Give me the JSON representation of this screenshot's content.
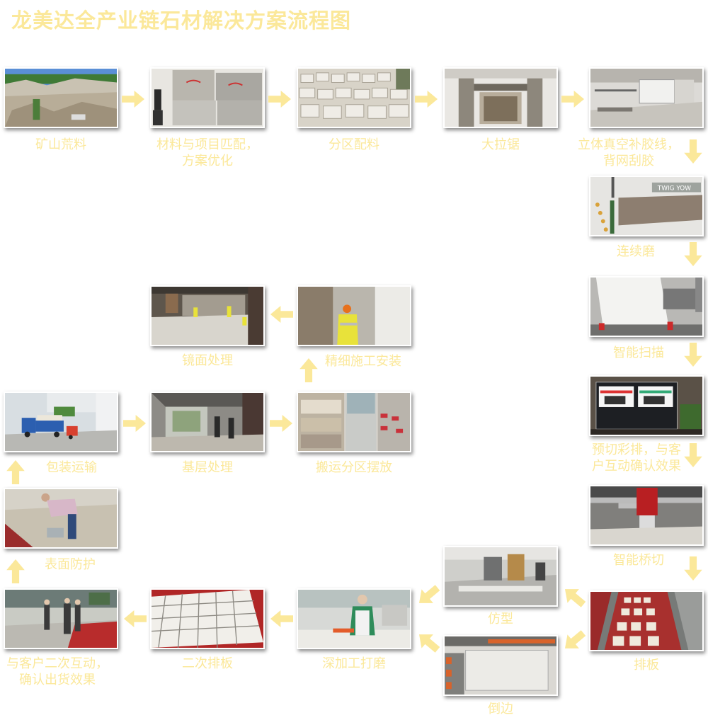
{
  "title": "龙美达全产业链石材解决方案流程图",
  "colors": {
    "label": "#fbe89a",
    "arrow": "#fbe89a",
    "background": "#ffffff"
  },
  "steps": {
    "s1": {
      "label": "矿山荒料"
    },
    "s2": {
      "label_line1": "材料与项目匹配，",
      "label_line2": "方案优化"
    },
    "s3": {
      "label": "分区配料"
    },
    "s4": {
      "label": "大拉锯"
    },
    "s5": {
      "label_line1": "立体真空补胶线，",
      "label_line2": "背网刮胶"
    },
    "s6": {
      "label": "连续磨"
    },
    "s7": {
      "label": "智能扫描"
    },
    "s8": {
      "label_line1": "预切彩排，与客",
      "label_line2": "户互动确认效果"
    },
    "s9": {
      "label": "智能桥切"
    },
    "s10": {
      "label": "排板"
    },
    "s11": {
      "label": "仿型"
    },
    "s12": {
      "label": "倒边"
    },
    "s13": {
      "label": "深加工打磨"
    },
    "s14": {
      "label": "二次排板"
    },
    "s15": {
      "label_line1": "与客户二次互动，",
      "label_line2": "确认出货效果"
    },
    "s16": {
      "label": "表面防护"
    },
    "s17": {
      "label": "包装运输"
    },
    "s18": {
      "label": "基层处理"
    },
    "s19": {
      "label": "搬运分区摆放"
    },
    "s20": {
      "label": "精细施工安装"
    },
    "s21": {
      "label": "镜面处理"
    }
  },
  "machine_text": "TWIG YOW"
}
